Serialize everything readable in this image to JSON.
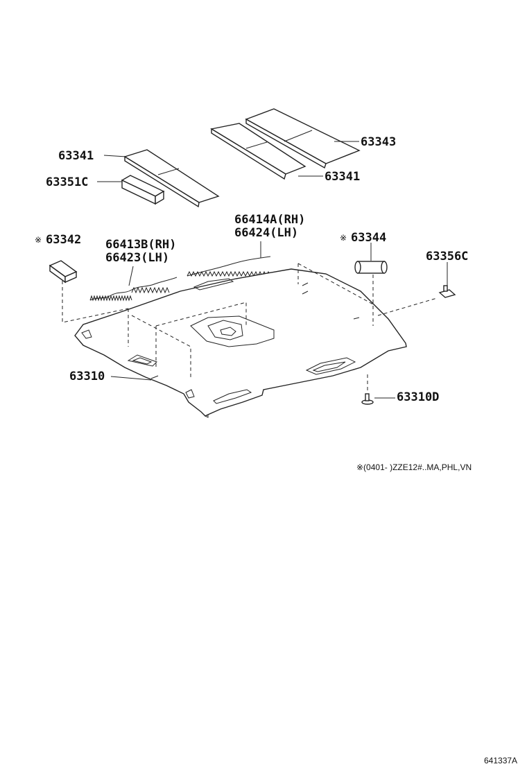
{
  "labels": {
    "p63341_a": "63341",
    "p63351c": "63351C",
    "p63343": "63343",
    "p63341_b": "63341",
    "p66414a": "66414A(RH)",
    "p66424": "66424(LH)",
    "p63342": "63342",
    "p63342_mark": "※",
    "p66413b": "66413B(RH)",
    "p66423": "66423(LH)",
    "p63344": "63344",
    "p63344_mark": "※",
    "p63356c": "63356C",
    "p63310": "63310",
    "p63310d": "63310D"
  },
  "footnote": "※(0401-      )ZZE12#..MA,PHL,VN",
  "figure_code": "641337A"
}
